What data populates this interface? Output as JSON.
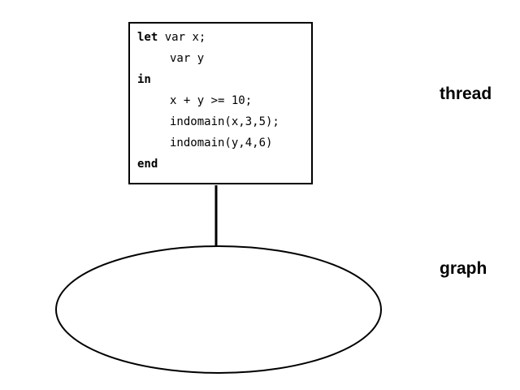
{
  "code": {
    "lines": [
      {
        "keyword": "let",
        "text": " var x;"
      },
      {
        "keyword": "",
        "text": "var y"
      },
      {
        "keyword": "in",
        "text": ""
      },
      {
        "keyword": "",
        "text": "x + y >= 10;"
      },
      {
        "keyword": "",
        "text": "indomain(x,3,5);"
      },
      {
        "keyword": "",
        "text": "indomain(y,4,6)"
      },
      {
        "keyword": "end",
        "text": ""
      }
    ]
  },
  "labels": {
    "thread": "thread",
    "graph": "graph"
  },
  "colors": {
    "stroke": "#000000",
    "background": "#ffffff"
  }
}
